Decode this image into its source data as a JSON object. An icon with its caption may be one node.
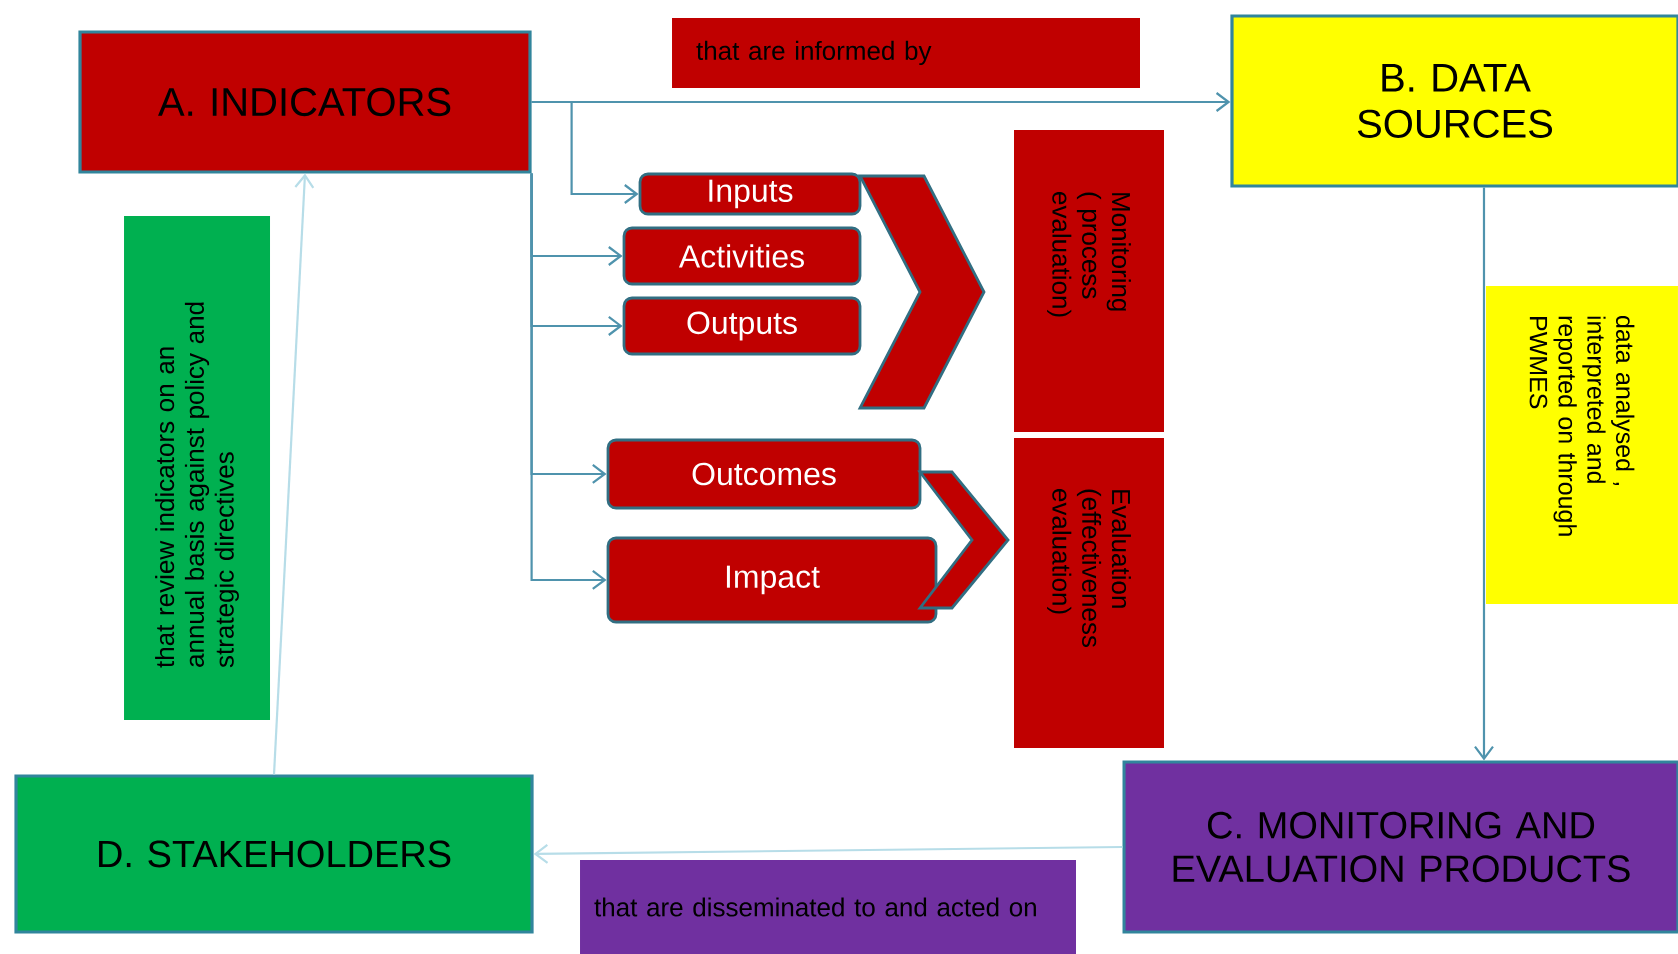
{
  "diagram": {
    "nodes": [
      {
        "text": [
          "A. INDICATORS"
        ]
      },
      {
        "text": [
          "B. DATA SOURCES"
        ]
      },
      {
        "text": [
          "C. MONITORING AND EVALUATION PRODUCTS"
        ]
      },
      {
        "text": [
          "D. STAKEHOLDERS"
        ]
      },
      {
        "text": [
          "Inputs"
        ]
      },
      {
        "text": [
          "Activities"
        ]
      },
      {
        "text": [
          "Outputs"
        ]
      },
      {
        "text": [
          "Outcomes"
        ]
      },
      {
        "text": [
          "Impact"
        ]
      },
      {
        "text": [
          "Monitoring ( process evaluation)"
        ]
      },
      {
        "text": [
          "Evaluation (effectiveness evaluation)"
        ]
      },
      {
        "text": [
          "that are  informed by"
        ]
      },
      {
        "text": [
          "data analysed , interpreted and reported on through PWMES"
        ]
      },
      {
        "text": [
          "that are disseminated to and acted on"
        ]
      },
      {
        "text": [
          "that review indicators on an annual basis against policy and strategic directives"
        ]
      }
    ],
    "edges": [
      {
        "from": 0,
        "to": 1,
        "arrow": "to"
      },
      {
        "from": 0,
        "to": 4,
        "arrow": "to"
      },
      {
        "from": 0,
        "to": 5,
        "arrow": "to"
      },
      {
        "from": 0,
        "to": 6,
        "arrow": "to"
      },
      {
        "from": 0,
        "to": 7,
        "arrow": "to"
      },
      {
        "from": 0,
        "to": 8,
        "arrow": "to"
      },
      {
        "from": 4,
        "to": 9,
        "arrow": "to",
        "style": "thick",
        "color": "#c00000"
      },
      {
        "from": 5,
        "to": 9,
        "arrow": "to",
        "style": "thick",
        "color": "#c00000"
      },
      {
        "from": 6,
        "to": 9,
        "arrow": "to",
        "style": "thick",
        "color": "#c00000"
      },
      {
        "from": 7,
        "to": 10,
        "arrow": "to",
        "style": "thick",
        "color": "#c00000"
      },
      {
        "from": 8,
        "to": 10,
        "arrow": "to",
        "style": "thick",
        "color": "#c00000"
      },
      {
        "from": 1,
        "to": 2,
        "arrow": "to"
      },
      {
        "from": 2,
        "to": 3,
        "arrow": "to",
        "color": "#b7dde8"
      },
      {
        "from": 3,
        "to": 0,
        "arrow": "to",
        "color": "#b7dde8"
      }
    ]
  }
}
